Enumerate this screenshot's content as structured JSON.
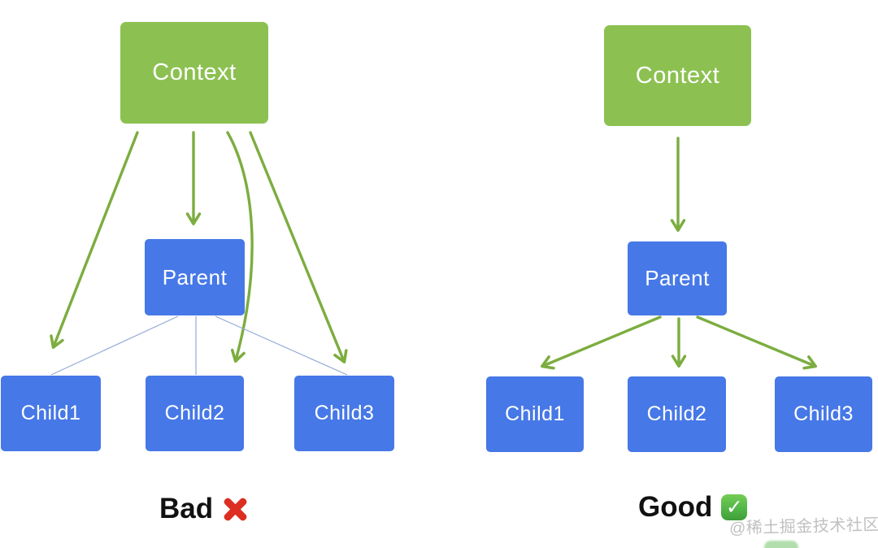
{
  "left_diagram": {
    "verdict_label": "Bad",
    "verdict_icon": "cross-mark",
    "nodes": {
      "context": "Context",
      "parent": "Parent",
      "child1": "Child1",
      "child2": "Child2",
      "child3": "Child3"
    },
    "edges": [
      {
        "from": "Context",
        "to": "Child1",
        "style": "green-arrow"
      },
      {
        "from": "Context",
        "to": "Parent",
        "style": "green-arrow"
      },
      {
        "from": "Context",
        "to": "Child2",
        "style": "green-arrow-curved"
      },
      {
        "from": "Context",
        "to": "Child3",
        "style": "green-arrow"
      },
      {
        "from": "Parent",
        "to": "Child1",
        "style": "thin-line"
      },
      {
        "from": "Parent",
        "to": "Child2",
        "style": "thin-line"
      },
      {
        "from": "Parent",
        "to": "Child3",
        "style": "thin-line"
      }
    ]
  },
  "right_diagram": {
    "verdict_label": "Good",
    "verdict_icon": "check-mark",
    "nodes": {
      "context": "Context",
      "parent": "Parent",
      "child1": "Child1",
      "child2": "Child2",
      "child3": "Child3"
    },
    "edges": [
      {
        "from": "Context",
        "to": "Parent",
        "style": "green-arrow"
      },
      {
        "from": "Parent",
        "to": "Child1",
        "style": "green-arrow"
      },
      {
        "from": "Parent",
        "to": "Child2",
        "style": "green-arrow"
      },
      {
        "from": "Parent",
        "to": "Child3",
        "style": "green-arrow"
      }
    ]
  },
  "icons": {
    "check_glyph": "✓"
  },
  "watermark": {
    "text": "@稀土掘金技术社区"
  },
  "colors": {
    "context_box": "#8CC152",
    "component_box": "#4678E7",
    "arrow_green": "#7CAD40",
    "connector_line": "#92ABD6",
    "bad_red": "#DD2E22",
    "good_check_green": "#53B748",
    "label_text": "#111111",
    "node_text": "#FFFFFF"
  }
}
